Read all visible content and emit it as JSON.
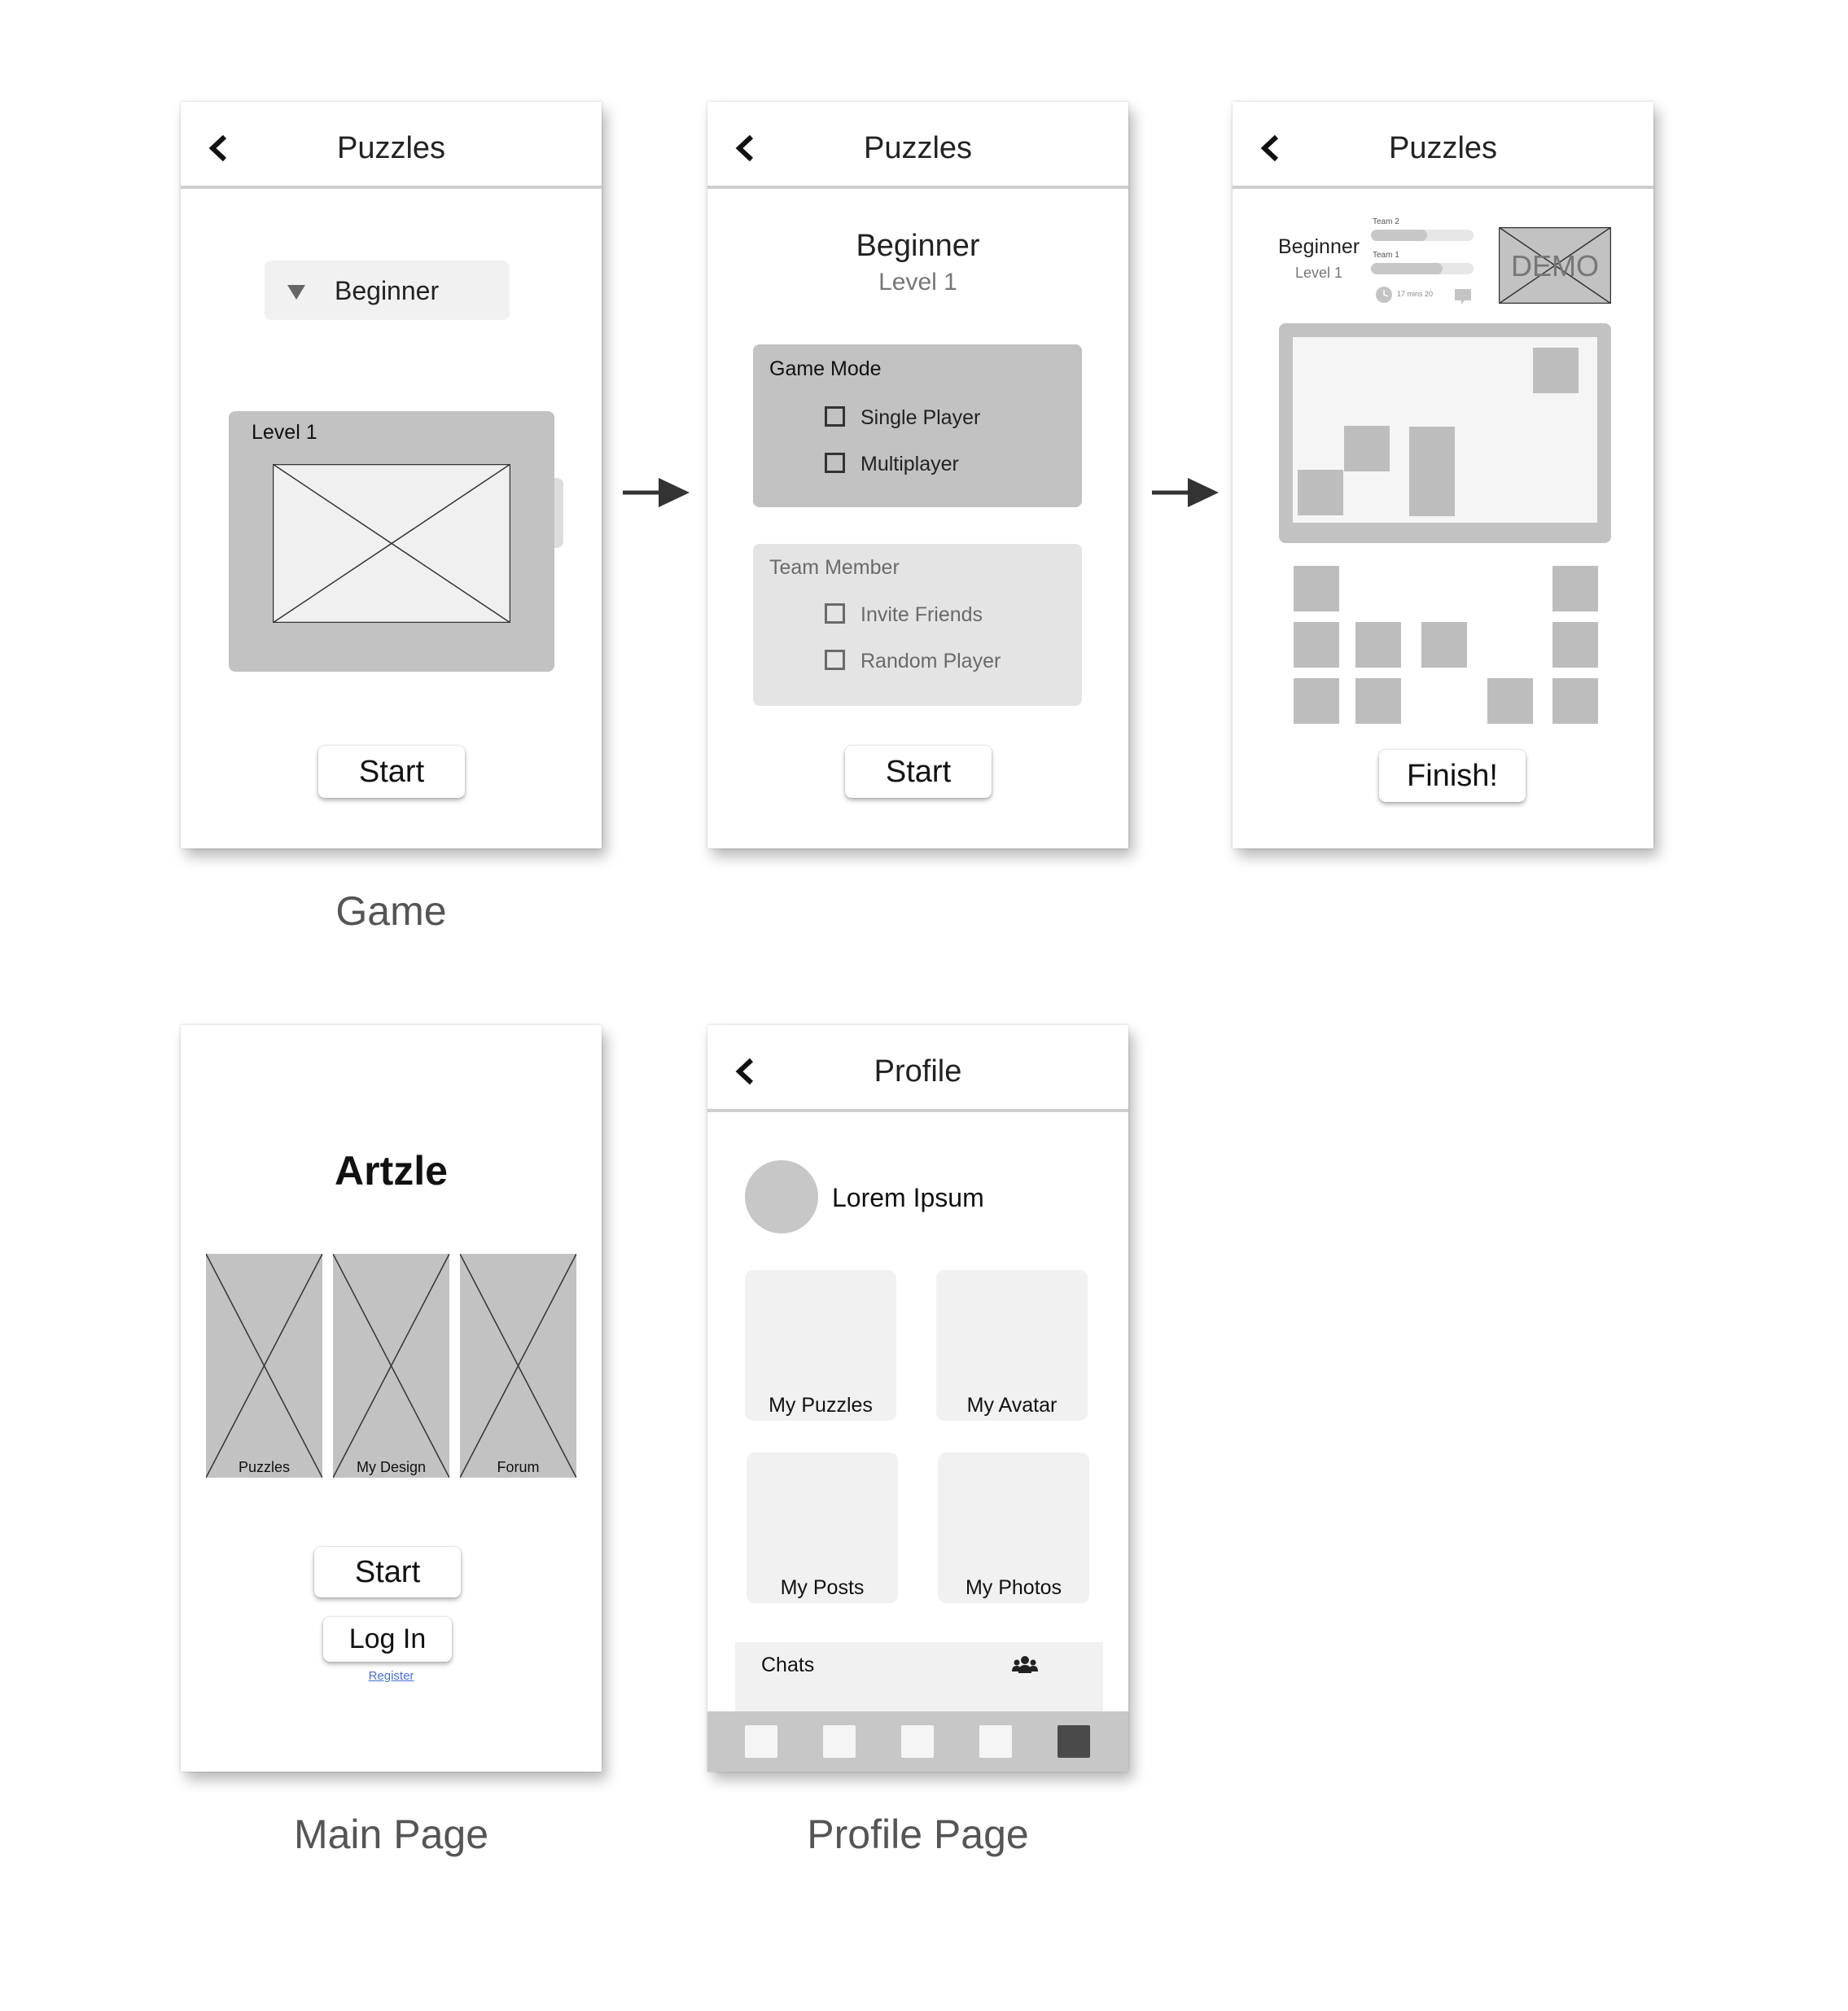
{
  "screens": {
    "difficulty": {
      "title": "Puzzles",
      "selected_level": "Beginner",
      "card_label": "Level 1",
      "start_label": "Start"
    },
    "mode": {
      "title": "Puzzles",
      "level_name": "Beginner",
      "level_sub": "Level 1",
      "game_mode": {
        "heading": "Game Mode",
        "options": [
          "Single Player",
          "Multiplayer"
        ]
      },
      "team_member": {
        "heading": "Team Member",
        "options": [
          "Invite Friends",
          "Random Player"
        ]
      },
      "start_label": "Start"
    },
    "play": {
      "title": "Puzzles",
      "level_name": "Beginner",
      "level_sub": "Level 1",
      "team2_label": "Team 2",
      "team1_label": "Team 1",
      "team2_progress": 0.55,
      "team1_progress": 0.7,
      "timer": "17 mins 20",
      "demo_label": "DEMO",
      "finish_label": "Finish!"
    },
    "main": {
      "app_name": "Artzle",
      "tiles": [
        "Puzzles",
        "My Design",
        "Forum"
      ],
      "start_label": "Start",
      "login_label": "Log In",
      "register_label": "Register"
    },
    "profile": {
      "title": "Profile",
      "user_name": "Lorem Ipsum",
      "tiles": [
        "My Puzzles",
        "My Avatar",
        "My Posts",
        "My Photos"
      ],
      "chats_label": "Chats",
      "bottom_nav": [
        "nav-1",
        "nav-2",
        "nav-3",
        "nav-4",
        "nav-5-active"
      ]
    }
  },
  "captions": {
    "game": "Game",
    "main": "Main Page",
    "profile": "Profile Page"
  },
  "colors": {
    "placeholder": "#bdbdbd",
    "panel_light": "#e4e4e4",
    "tile": "#f1f1f1",
    "link": "#4a6fd6",
    "dark": "#333333"
  }
}
